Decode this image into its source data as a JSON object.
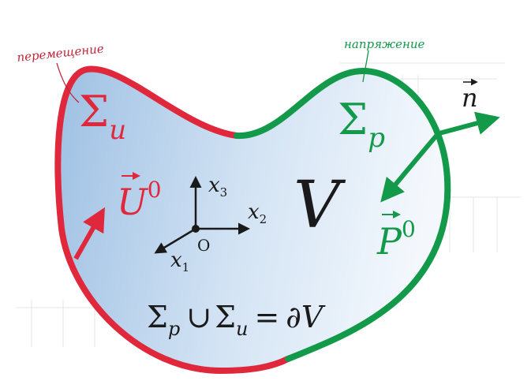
{
  "labels": {
    "annotation_displacement": "перемещение",
    "annotation_stress": "напряжение",
    "sigma_u_symbol": "Σ",
    "sigma_u_sub": "u",
    "sigma_p_symbol": "Σ",
    "sigma_p_sub": "p",
    "u0_letter": "U",
    "u0_sup": "0",
    "p0_letter": "P",
    "p0_sup": "0",
    "n_letter": "n",
    "volume": "V",
    "axis_x3": "x",
    "axis_x3_sub": "3",
    "axis_x2": "x",
    "axis_x2_sub": "2",
    "axis_x1": "x",
    "axis_x1_sub": "1",
    "origin": "O",
    "formula_sigma1": "Σ",
    "formula_sub1": "p",
    "formula_union": "∪",
    "formula_sigma2": "Σ",
    "formula_sub2": "u",
    "formula_equals": "=",
    "formula_rhs": "∂V"
  },
  "colors": {
    "displacement_boundary": "#e0283c",
    "stress_boundary": "#129a4a",
    "fill_dark": "#9ec0e3",
    "fill_light": "#f4f8fd",
    "ink": "#1a1a1a"
  }
}
